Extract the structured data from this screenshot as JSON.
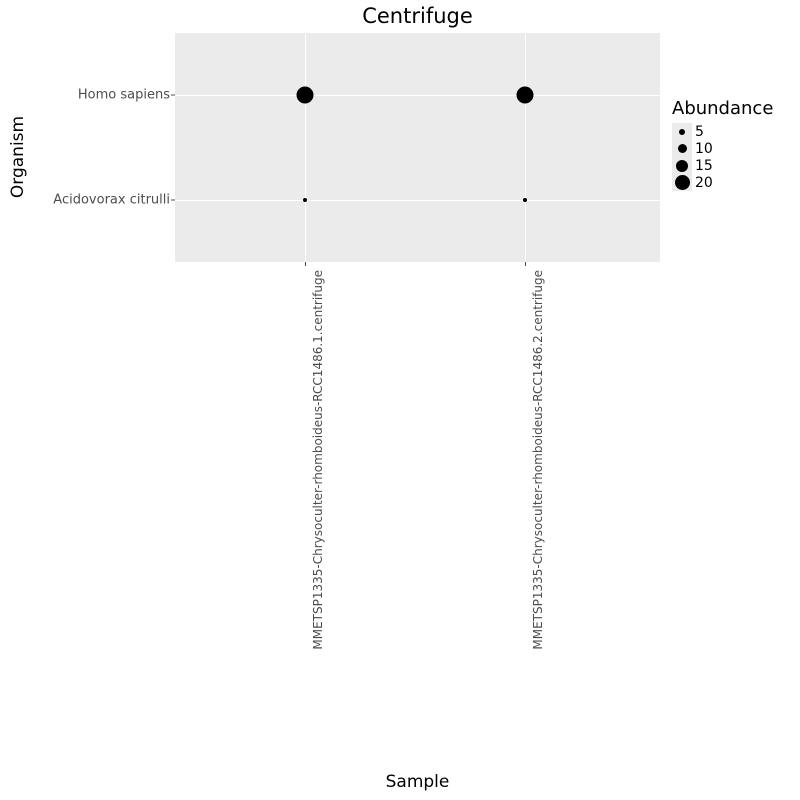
{
  "chart_data": {
    "type": "scatter",
    "title": "Centrifuge",
    "xlabel": "Sample",
    "ylabel": "Organism",
    "grid": true,
    "legend_position": "right",
    "categories_x": [
      "MMETSP1335-Chrysoculter-rhomboideus-RCC1486.1.centrifuge",
      "MMETSP1335-Chrysoculter-rhomboideus-RCC1486.2.centrifuge"
    ],
    "categories_y": [
      "Acidovorax citrulli",
      "Homo sapiens"
    ],
    "size_legend": {
      "title": "Abundance",
      "breaks": [
        5,
        10,
        15,
        20
      ]
    },
    "points": [
      {
        "x": "MMETSP1335-Chrysoculter-rhomboideus-RCC1486.1.centrifuge",
        "y": "Homo sapiens",
        "abundance": 20
      },
      {
        "x": "MMETSP1335-Chrysoculter-rhomboideus-RCC1486.2.centrifuge",
        "y": "Homo sapiens",
        "abundance": 20
      },
      {
        "x": "MMETSP1335-Chrysoculter-rhomboideus-RCC1486.1.centrifuge",
        "y": "Acidovorax citrulli",
        "abundance": 1
      },
      {
        "x": "MMETSP1335-Chrysoculter-rhomboideus-RCC1486.2.centrifuge",
        "y": "Acidovorax citrulli",
        "abundance": 1
      }
    ]
  },
  "title": {
    "text": "Centrifuge"
  },
  "axes": {
    "y": {
      "title": "Organism",
      "ticks": [
        {
          "label": "Homo sapiens"
        },
        {
          "label": "Acidovorax citrulli"
        }
      ]
    },
    "x": {
      "title": "Sample",
      "ticks": [
        {
          "label": "MMETSP1335-Chrysoculter-rhomboideus-RCC1486.1.centrifuge"
        },
        {
          "label": "MMETSP1335-Chrysoculter-rhomboideus-RCC1486.2.centrifuge"
        }
      ]
    }
  },
  "legend": {
    "title": "Abundance",
    "items": [
      {
        "label": "5"
      },
      {
        "label": "10"
      },
      {
        "label": "15"
      },
      {
        "label": "20"
      }
    ]
  },
  "colors": {
    "panel_background": "#EBEBEB",
    "gridline": "#FFFFFF",
    "point": "#000000",
    "axis_text": "#4D4D4D",
    "title_text": "#000000",
    "page_background": "#FFFFFF"
  }
}
